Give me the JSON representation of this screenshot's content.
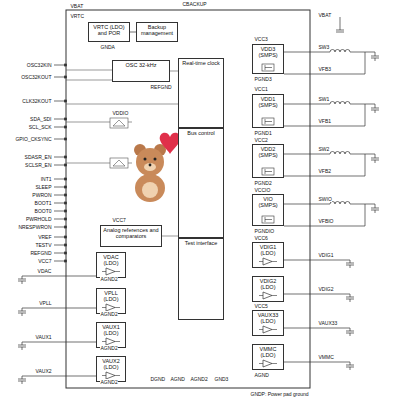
{
  "diagram": {
    "nodes": [
      {
        "text": [
          "VRTC (LDO) and POR"
        ]
      },
      {
        "text": [
          "Backup management"
        ]
      },
      {
        "text": [
          "OSC 32-kHz"
        ]
      },
      {
        "text": [
          "Real-time clock"
        ]
      },
      {
        "text": [
          "Bus control"
        ]
      },
      {
        "text": [
          "Test interface"
        ]
      },
      {
        "text": [
          "Analog references and comparators"
        ]
      },
      {
        "text": [
          "VDAC (LDO)"
        ]
      },
      {
        "text": [
          "VPLL (LDO)"
        ]
      },
      {
        "text": [
          "VAUX1 (LDO)"
        ]
      },
      {
        "text": [
          "VAUX2 (LDO)"
        ]
      },
      {
        "text": [
          "VDD3 (SMPS)"
        ]
      },
      {
        "text": [
          "VDD1 (SMPS)"
        ]
      },
      {
        "text": [
          "VDD2 (SMPS)"
        ]
      },
      {
        "text": [
          "VIO (SMPS)"
        ]
      },
      {
        "text": [
          "VDIG1 (LDO)"
        ]
      },
      {
        "text": [
          "VDIG2 (LDO)"
        ]
      },
      {
        "text": [
          "VAUX33 (LDO)"
        ]
      },
      {
        "text": [
          "VMMC (LDO)"
        ]
      }
    ],
    "edges": [
      {
        "from": 0,
        "to": 1,
        "arrow": "none"
      }
    ],
    "labels": [
      "VBAT",
      "VRTC",
      "CBACKUP",
      "GNDA",
      "OSC32KIN",
      "OSC32KOUT",
      "REFGND",
      "CLK32KOUT",
      "VDDIO",
      "SDA_SDI",
      "SCL_SCK",
      "GPIO_CKSYNC",
      "SDASR_EN",
      "SCLSR_EN",
      "INT1",
      "SLEEP",
      "PWRON",
      "BOOT1",
      "BOOT0",
      "PWRHOLD",
      "NRESPWRON",
      "VCC7",
      "VREF",
      "TESTV",
      "REFGND",
      "VCC7",
      "VDAC",
      "AGND2",
      "VPLL",
      "AGND2",
      "VAUX1",
      "AGND2",
      "VAUX2",
      "AGND2",
      "DGND",
      "AGND",
      "AGND2",
      "GND3",
      "VBAT",
      "VCC3",
      "SW3",
      "VFB3",
      "PGND3",
      "VCC1",
      "SW1",
      "VFB1",
      "PGND1",
      "VCC2",
      "SW2",
      "VFB2",
      "PGND2",
      "VCCIO",
      "SWIO",
      "VFBIO",
      "PGNDIO",
      "VCC6",
      "VDIG1",
      "VDIG2",
      "VCC5",
      "VAUX33",
      "VMMC",
      "AGND",
      "GNDP: Power pad ground"
    ]
  }
}
